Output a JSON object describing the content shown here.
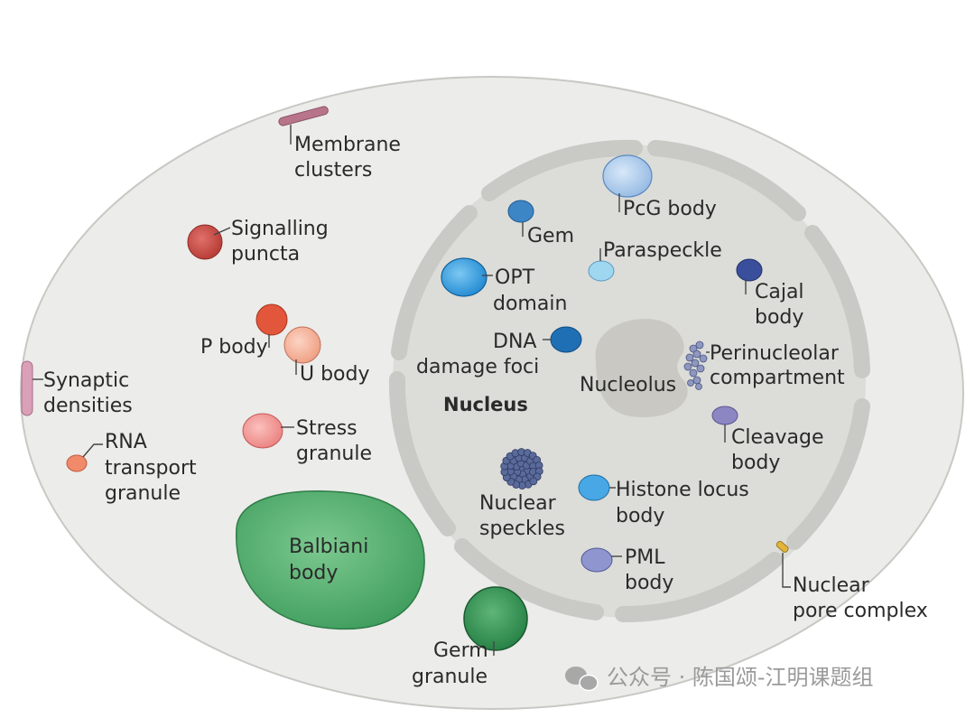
{
  "labels": {
    "membrane_clusters": [
      "Membrane",
      "clusters"
    ],
    "signalling_puncta": [
      "Signalling",
      "puncta"
    ],
    "p_body": "P body",
    "u_body": "U body",
    "synaptic_densities": [
      "Synaptic",
      "densities"
    ],
    "stress_granule": [
      "Stress",
      "granule"
    ],
    "rna_transport_granule": [
      "RNA",
      "transport",
      "granule"
    ],
    "balbiani_body": [
      "Balbiani",
      "body"
    ],
    "germ_granule": [
      "Germ",
      "granule"
    ],
    "pcg_body": "PcG body",
    "gem": "Gem",
    "paraspeckle": "Paraspeckle",
    "opt_domain": [
      "OPT",
      "domain"
    ],
    "cajal_body": [
      "Cajal",
      "body"
    ],
    "dna_damage_foci": [
      "DNA",
      "damage foci"
    ],
    "perinucleolar_compartment": [
      "Perinucleolar",
      "compartment"
    ],
    "nucleolus": "Nucleolus",
    "nucleus": "Nucleus",
    "cleavage_body": [
      "Cleavage",
      "body"
    ],
    "nuclear_speckles": [
      "Nuclear",
      "speckles"
    ],
    "histone_locus_body": [
      "Histone locus",
      "body"
    ],
    "pml_body": [
      "PML",
      "body"
    ],
    "nuclear_pore_complex": [
      "Nuclear",
      "pore complex"
    ]
  },
  "watermark": "公众号 · 陈国颂-江明课题组",
  "icons": {
    "watermark": "wechat-icon"
  },
  "colors": {
    "cell_fill": "#ececea",
    "nucleus_fill": "#dcdcd8",
    "envelope": "#c9c9c5",
    "balbiani": "#4aa867",
    "germ": "#2f8a4e",
    "signalling": "#c9423a",
    "p_body": "#e2563c",
    "u_body": "#f3a98e",
    "stress": "#ee8a88",
    "rna": "#f08a6a",
    "membrane": "#b8748a",
    "synaptic": "#d9a0b8",
    "pcg": "#a9c8ec",
    "gem": "#3d86c6",
    "paraspeckle": "#9fd6f0",
    "opt": "#2e9de0",
    "cajal": "#3a4f9c",
    "dna": "#1f6fb4",
    "cleavage": "#8c86c2",
    "histone": "#48a8e6",
    "pml": "#8e95cf",
    "speckles": "#4a5a8a",
    "perinucleolar": "#7e8ab0",
    "pore": "#e2b43a",
    "nucleolus": "#c9c8c2"
  }
}
